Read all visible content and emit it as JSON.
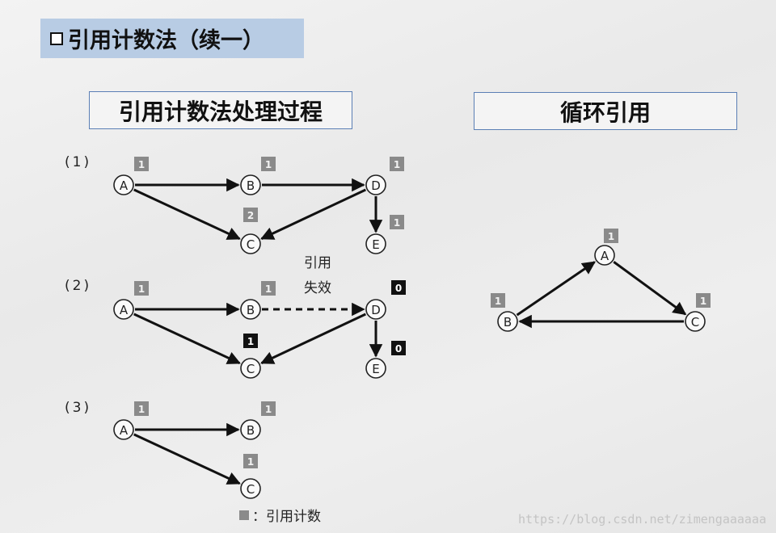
{
  "slide_title": "引用计数法（续一）",
  "left_heading": "引用计数法处理过程",
  "right_heading": "循环引用",
  "steps": [
    "(1)",
    "(2)",
    "(3)"
  ],
  "annotation": [
    "引用",
    "失效"
  ],
  "legend": "：引用计数",
  "watermark": "https://blog.csdn.net/zimengaaaaaa",
  "colors": {
    "title_bg": "#b8cce4",
    "heading_border": "#5b7fb5",
    "count_grey": "#8a8a8a",
    "count_black": "#111111"
  },
  "diagram": {
    "nodes": [
      {
        "id": "s1A",
        "label": "A",
        "count": "1",
        "style": "grey"
      },
      {
        "id": "s1B",
        "label": "B",
        "count": "1",
        "style": "grey"
      },
      {
        "id": "s1C",
        "label": "C",
        "count": "2",
        "style": "grey"
      },
      {
        "id": "s1D",
        "label": "D",
        "count": "1",
        "style": "grey"
      },
      {
        "id": "s1E",
        "label": "E",
        "count": "1",
        "style": "grey"
      },
      {
        "id": "s2A",
        "label": "A",
        "count": "1",
        "style": "grey"
      },
      {
        "id": "s2B",
        "label": "B",
        "count": "1",
        "style": "grey"
      },
      {
        "id": "s2C",
        "label": "C",
        "count": "1",
        "style": "black"
      },
      {
        "id": "s2D",
        "label": "D",
        "count": "0",
        "style": "black"
      },
      {
        "id": "s2E",
        "label": "E",
        "count": "0",
        "style": "black"
      },
      {
        "id": "s3A",
        "label": "A",
        "count": "1",
        "style": "grey"
      },
      {
        "id": "s3B",
        "label": "B",
        "count": "1",
        "style": "grey"
      },
      {
        "id": "s3C",
        "label": "C",
        "count": "1",
        "style": "grey"
      },
      {
        "id": "cA",
        "label": "A",
        "count": "1",
        "style": "grey"
      },
      {
        "id": "cB",
        "label": "B",
        "count": "1",
        "style": "grey"
      },
      {
        "id": "cC",
        "label": "C",
        "count": "1",
        "style": "grey"
      }
    ],
    "edges": [
      {
        "from": "s1A",
        "to": "s1B"
      },
      {
        "from": "s1A",
        "to": "s1C"
      },
      {
        "from": "s1B",
        "to": "s1D"
      },
      {
        "from": "s1D",
        "to": "s1C"
      },
      {
        "from": "s1D",
        "to": "s1E"
      },
      {
        "from": "s2A",
        "to": "s2B"
      },
      {
        "from": "s2A",
        "to": "s2C"
      },
      {
        "from": "s2B",
        "to": "s2D",
        "dashed": true
      },
      {
        "from": "s2D",
        "to": "s2C"
      },
      {
        "from": "s2D",
        "to": "s2E"
      },
      {
        "from": "s3A",
        "to": "s3B"
      },
      {
        "from": "s3A",
        "to": "s3C"
      },
      {
        "from": "cB",
        "to": "cA"
      },
      {
        "from": "cA",
        "to": "cC"
      },
      {
        "from": "cC",
        "to": "cB"
      }
    ]
  }
}
